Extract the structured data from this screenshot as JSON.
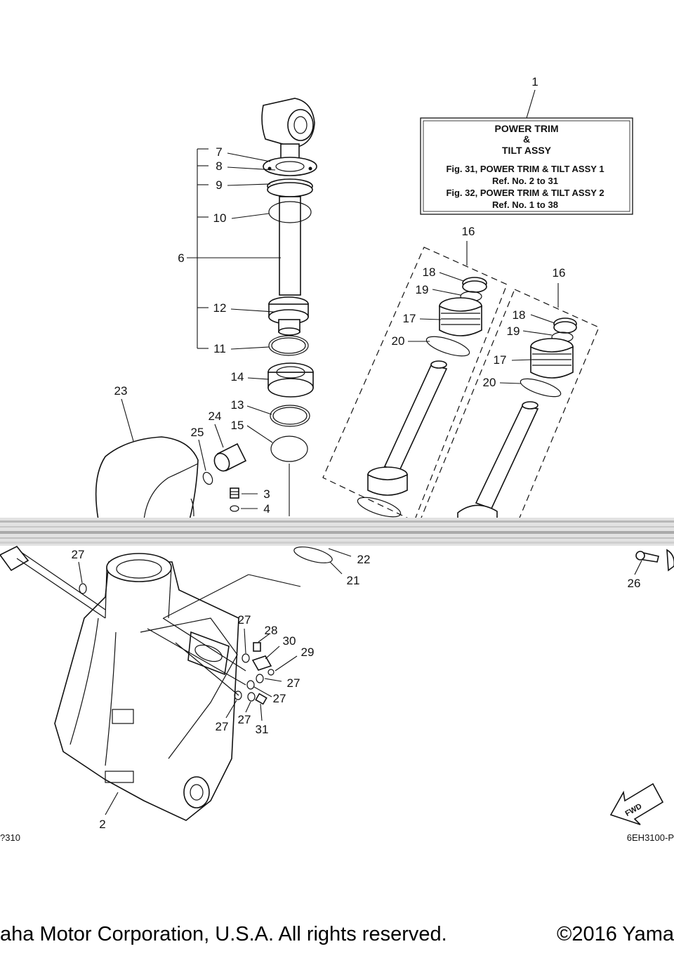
{
  "info_box": {
    "title_line1": "POWER TRIM",
    "title_line2": "&",
    "title_line3": "TILT ASSY",
    "ref_line1": "Fig. 31, POWER TRIM & TILT ASSY 1",
    "ref_line2": "Ref. No. 2 to 31",
    "ref_line3": "Fig. 32, POWER TRIM & TILT ASSY 2",
    "ref_line4": "Ref. No. 1 to 38"
  },
  "callouts": {
    "c1": "1",
    "c2": "2",
    "c3": "3",
    "c4": "4",
    "c6": "6",
    "c7": "7",
    "c8": "8",
    "c9": "9",
    "c10": "10",
    "c11": "11",
    "c12": "12",
    "c13": "13",
    "c14": "14",
    "c15": "15",
    "c16a": "16",
    "c16b": "16",
    "c17a": "17",
    "c17b": "17",
    "c18a": "18",
    "c18b": "18",
    "c19a": "19",
    "c19b": "19",
    "c20a": "20",
    "c20b": "20",
    "c21": "21",
    "c22": "22",
    "c23": "23",
    "c24": "24",
    "c25": "25",
    "c26": "26",
    "c27a": "27",
    "c27b": "27",
    "c27c": "27",
    "c27d": "27",
    "c27e": "27",
    "c27f": "27",
    "c28": "28",
    "c29": "29",
    "c30": "30",
    "c31": "31"
  },
  "fwd_label": "FWD",
  "diagram_code_left": "?310",
  "diagram_code_right": "6EH3100-P",
  "footer_left": "aha Motor Corporation, U.S.A. All rights reserved.",
  "footer_right": "©2016 Yama"
}
